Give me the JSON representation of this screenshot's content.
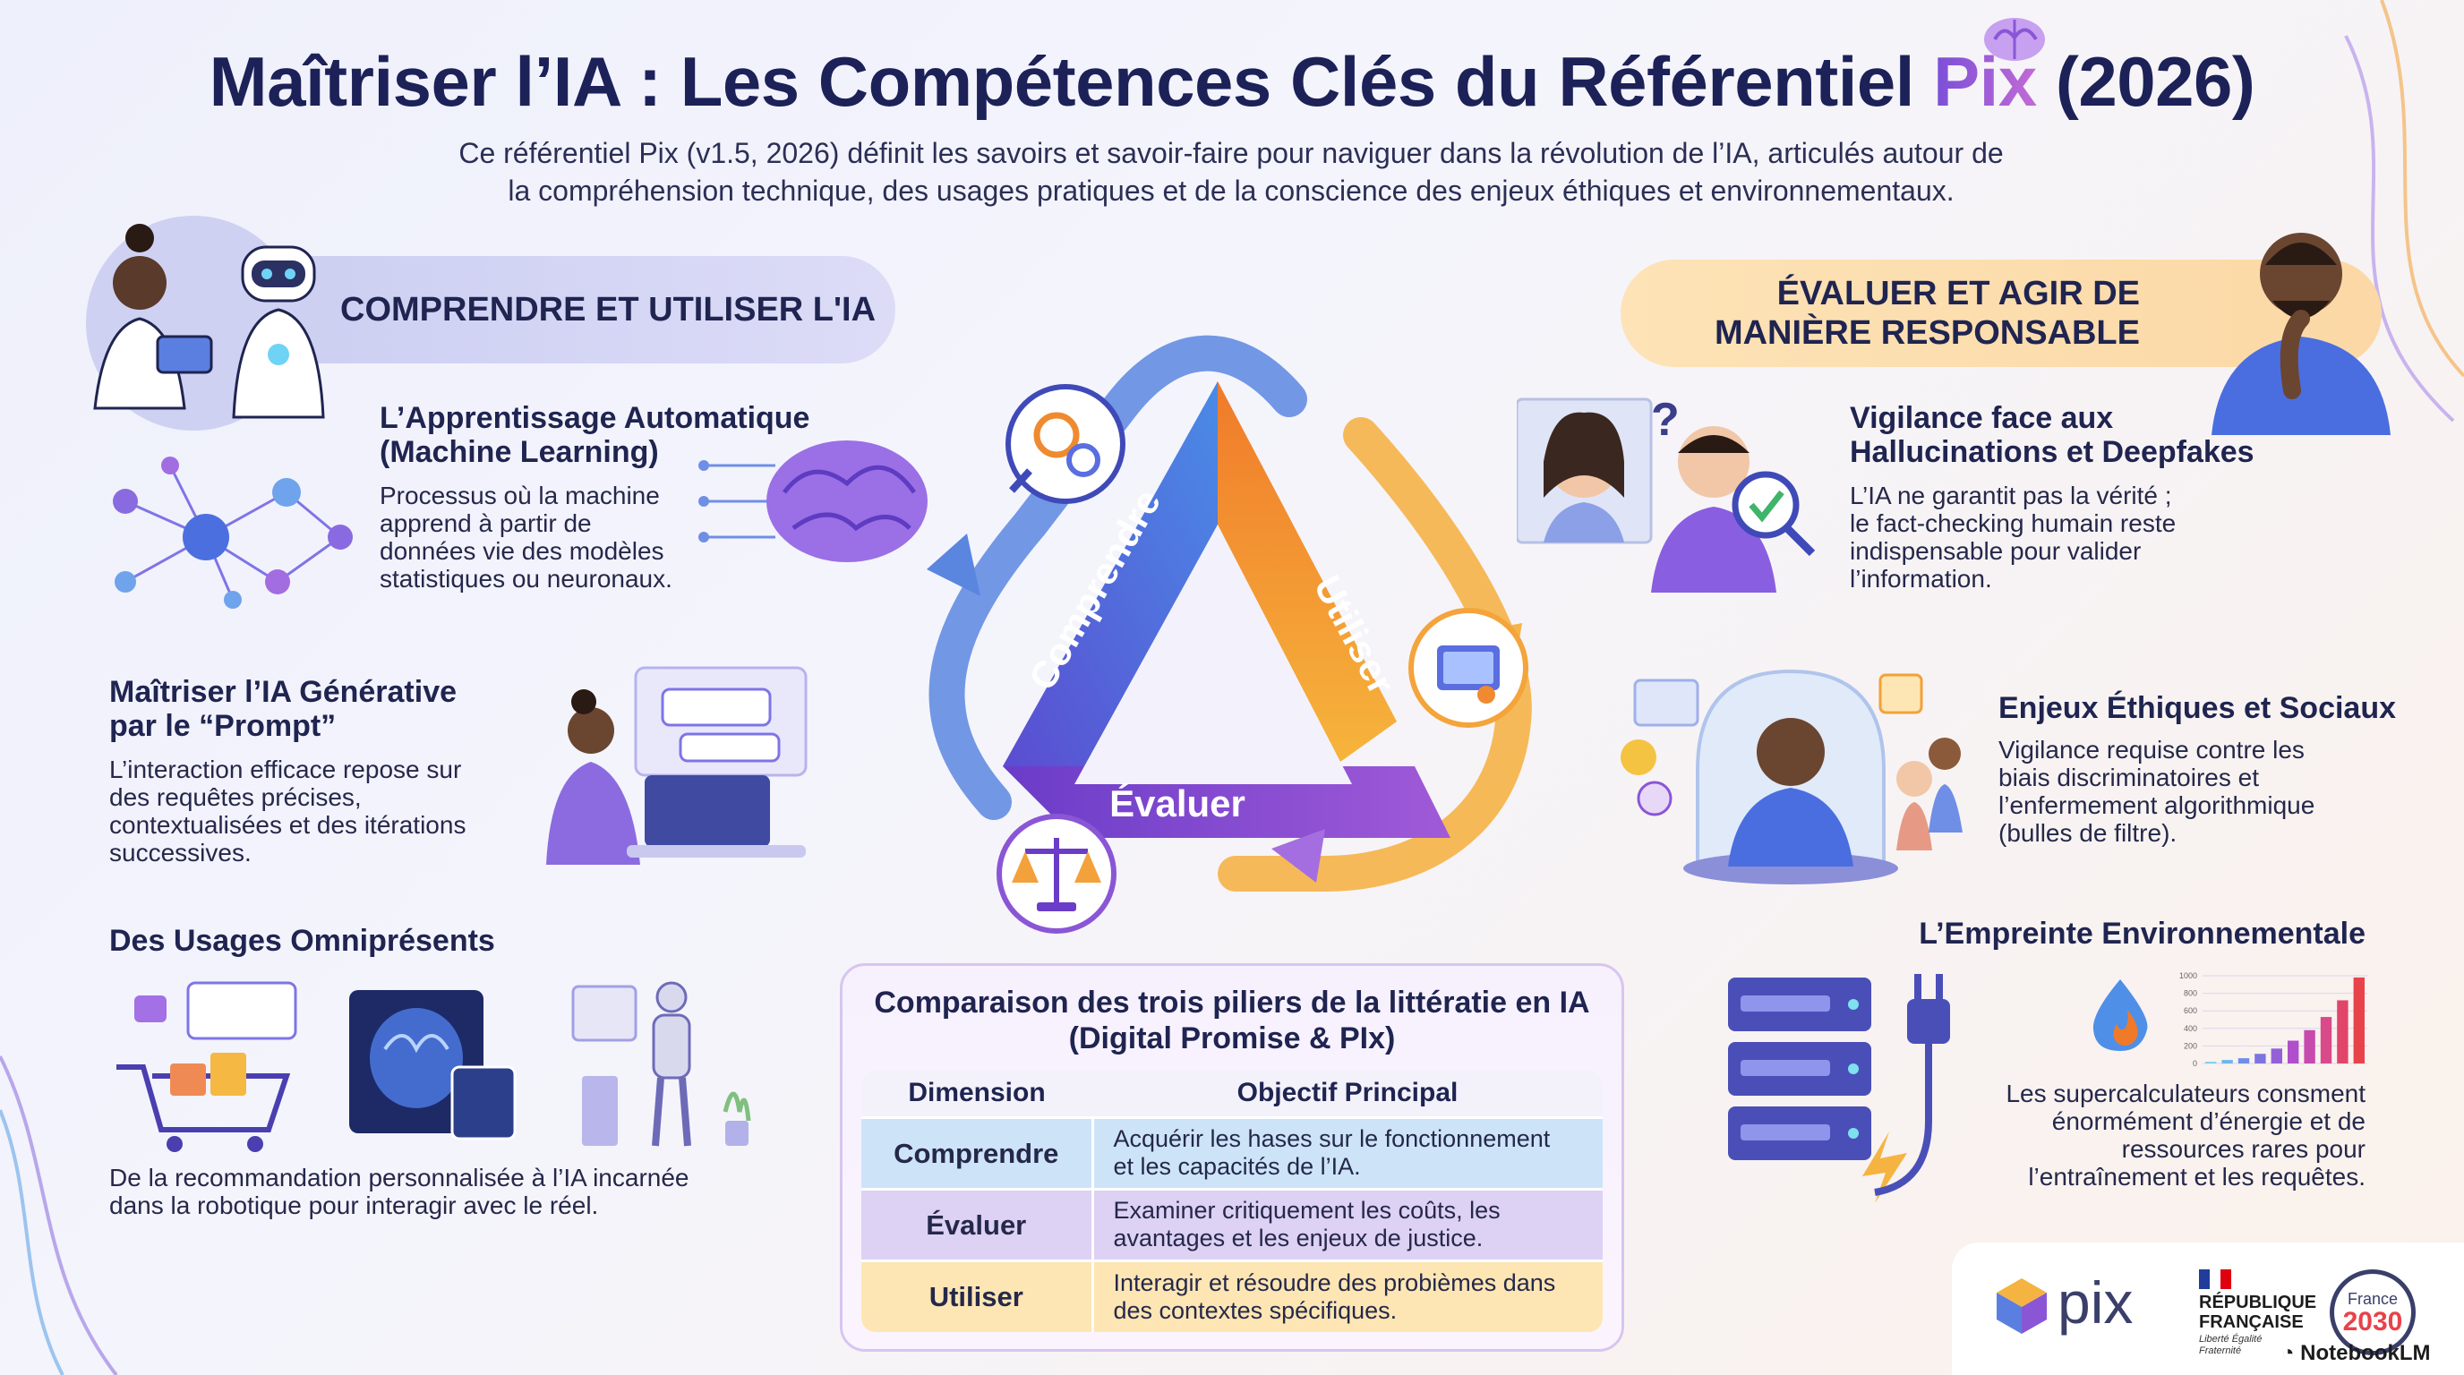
{
  "header": {
    "title_main": "Maîtriser l’IA : Les Compétences Clés du Référentiel ",
    "title_brand": "Pix",
    "title_year": " (2026)",
    "subtitle_line1": "Ce référentiel Pix (v1.5, 2026) définit les savoirs et savoir-faire pour naviguer dans la révolution de l’IA, articulés autour de",
    "subtitle_line2": "la compréhension technique, des usages pratiques et de la conscience des enjeux éthiques et environnementaux."
  },
  "left_section": {
    "title": "COMPRENDRE ET UTILISER L'IA",
    "items": [
      {
        "title_line1": "L’Apprentissage Automatique",
        "title_line2": "(Machine Learning)",
        "text": [
          "Processus où la machine",
          "apprend à partir de",
          "données vie des modèles",
          "statistiques ou neuronaux."
        ]
      },
      {
        "title_line1": "Maîtriser l’IA Générative",
        "title_line2": "par le “Prompt”",
        "text": [
          "L’interaction efficace repose sur",
          "des requêtes précises,",
          "contextualisées et des itérations",
          "successives."
        ]
      },
      {
        "title_line1": "Des Usages Omniprésents",
        "title_line2": "",
        "text": [
          "De la recommandation personnalisée à l’IA incarnée",
          "dans la robotique pour interagir avec le réel."
        ]
      }
    ]
  },
  "right_section": {
    "title_line1": "ÉVALUER ET AGIR DE",
    "title_line2": "MANIÈRE RESPONSABLE",
    "items": [
      {
        "title_line1": "Vigilance face aux",
        "title_line2": "Hallucinations et Deepfakes",
        "text": [
          "L’IA ne garantit pas la vérité ;",
          "le fact-checking humain reste",
          "indispensable pour valider",
          "l’information."
        ]
      },
      {
        "title_line1": "Enjeux Éthiques et Sociaux",
        "title_line2": "",
        "text": [
          "Vigilance requise contre les",
          "biais discriminatoires et",
          "l’enfermement algorithmique",
          "(bulles de filtre)."
        ]
      },
      {
        "title_line1": "L’Empreinte Environnementale",
        "title_line2": "",
        "text": [
          "Les supercalculateurs consment",
          "énormément d’énergie et de",
          "ressources rares pour",
          "l’entraînement et les requêtes."
        ]
      }
    ]
  },
  "cycle": {
    "labels": [
      "Comprendre",
      "Utiliser",
      "Évaluer"
    ]
  },
  "energy_chart": {
    "y_ticks": [
      "1000",
      "800",
      "600",
      "400",
      "200",
      "0"
    ],
    "values": [
      20,
      40,
      60,
      110,
      170,
      260,
      380,
      530,
      720,
      980
    ],
    "colors": [
      "#7fd3ea",
      "#6fb7ea",
      "#6f8fe6",
      "#7d74e0",
      "#9460d8",
      "#b04fcc",
      "#c74aae",
      "#d84a8a",
      "#e2456a",
      "#e8424a"
    ]
  },
  "table": {
    "title_line1": "Comparaison des trois piliers de la littératie en IA",
    "title_line2": "(Digital Promise & PIx)",
    "headers": [
      "Dimension",
      "Objectif Principal"
    ],
    "rows": [
      {
        "dimension": "Comprendre",
        "obj_line1": "Acquérir les hases sur le fonctionnement",
        "obj_line2": "et les capacités de l’IA."
      },
      {
        "dimension": "Évaluer",
        "obj_line1": "Examiner critiquement les coûts, les",
        "obj_line2": "avantages et les enjeux de justice."
      },
      {
        "dimension": "Utiliser",
        "obj_line1": "Interagir et résoudre des probièmes dans",
        "obj_line2": "des contextes spécifiques."
      }
    ]
  },
  "footer": {
    "pix_logo_text": "pix",
    "republique_line1": "RÉPUBLIQUE",
    "republique_line2": "FRANÇAISE",
    "republique_motto": "Liberté Égalité Fraternité",
    "france2030_line1": "France",
    "france2030_line2": "2030",
    "notebooklm": "NotebookLM"
  },
  "colors": {
    "navy": "#1c2158",
    "purple": "#6b4fd6",
    "orange": "#f3a13a",
    "blue": "#4a7ee0"
  }
}
